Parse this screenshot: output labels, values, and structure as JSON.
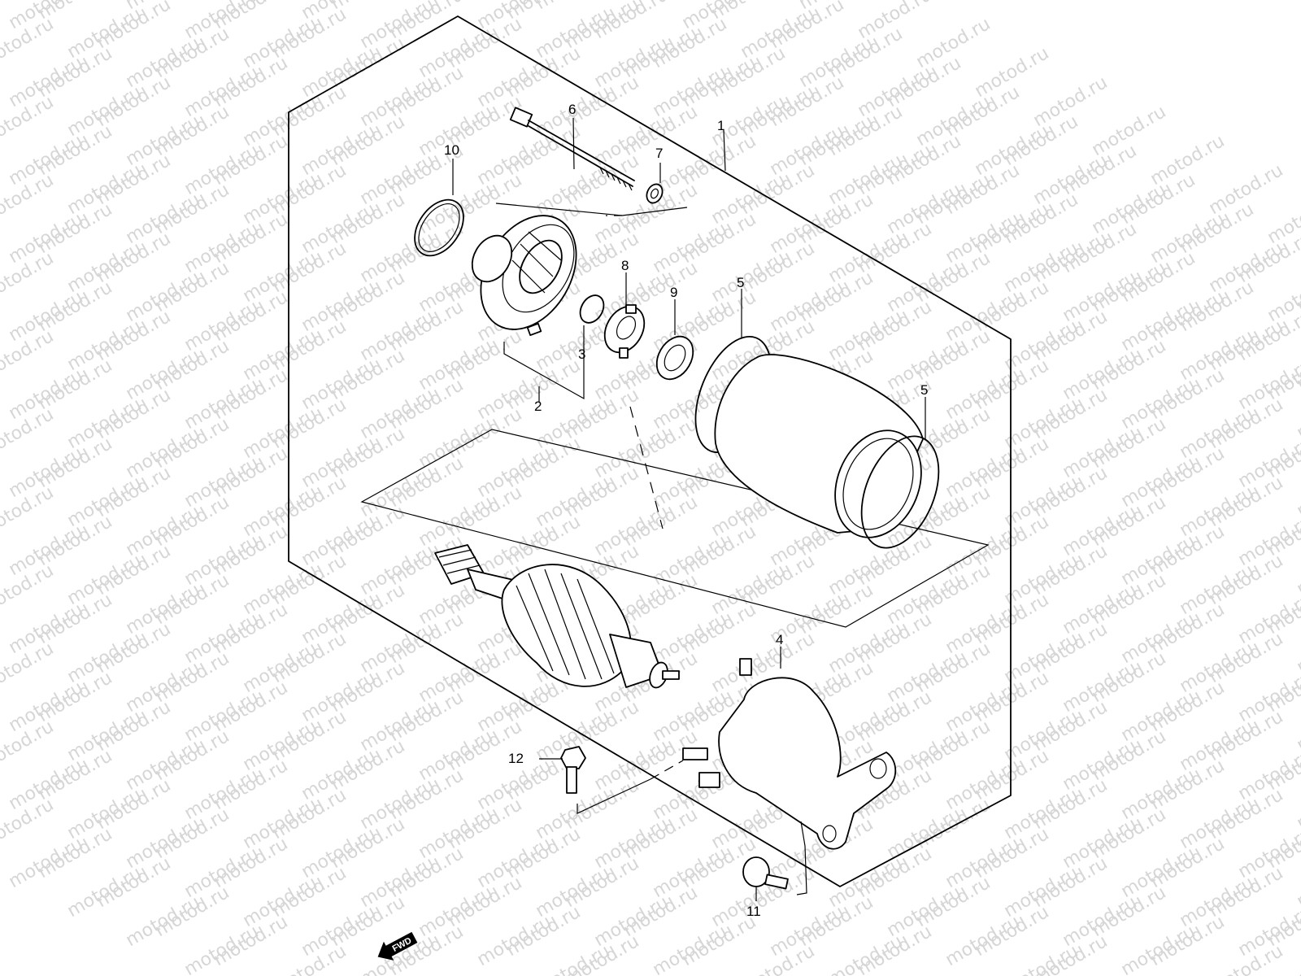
{
  "watermark": {
    "text": "motod.ru",
    "color": "#d6d6d6"
  },
  "callouts": [
    {
      "id": "1",
      "label": "1",
      "part": "starter motor assembly"
    },
    {
      "id": "2",
      "label": "2",
      "part": "front cover / bracket"
    },
    {
      "id": "3",
      "label": "3",
      "part": "o-ring small"
    },
    {
      "id": "4",
      "label": "4",
      "part": "rear housing"
    },
    {
      "id": "5a",
      "label": "5",
      "part": "o-ring yoke front"
    },
    {
      "id": "5b",
      "label": "5",
      "part": "o-ring yoke rear"
    },
    {
      "id": "6",
      "label": "6",
      "part": "through bolt"
    },
    {
      "id": "7",
      "label": "7",
      "part": "washer"
    },
    {
      "id": "8",
      "label": "8",
      "part": "lock plate"
    },
    {
      "id": "9",
      "label": "9",
      "part": "washer"
    },
    {
      "id": "10",
      "label": "10",
      "part": "o-ring large"
    },
    {
      "id": "11",
      "label": "11",
      "part": "mounting bolt"
    },
    {
      "id": "12",
      "label": "12",
      "part": "terminal bolt"
    }
  ],
  "direction_badge": {
    "label": "FWD",
    "icon": "fwd-arrow-icon"
  }
}
